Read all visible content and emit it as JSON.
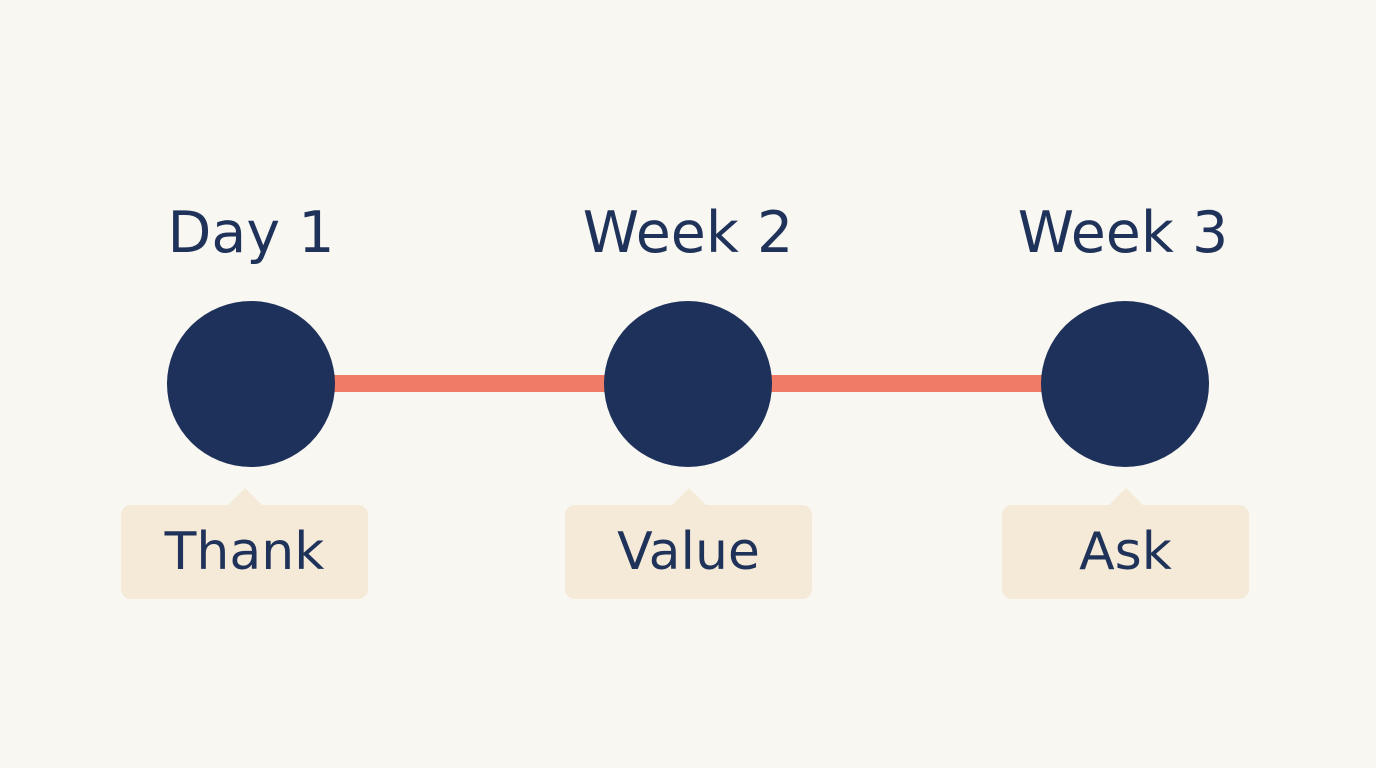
{
  "timeline": {
    "milestones": [
      {
        "title": "Day 1",
        "callout": "Thank"
      },
      {
        "title": "Week 2",
        "callout": "Value"
      },
      {
        "title": "Week 3",
        "callout": "Ask"
      }
    ]
  },
  "colors": {
    "background": "#f8f7f2",
    "node": "#1e315a",
    "connector": "#f07b66",
    "callout_background": "#f4ead7",
    "text": "#1f325a"
  }
}
